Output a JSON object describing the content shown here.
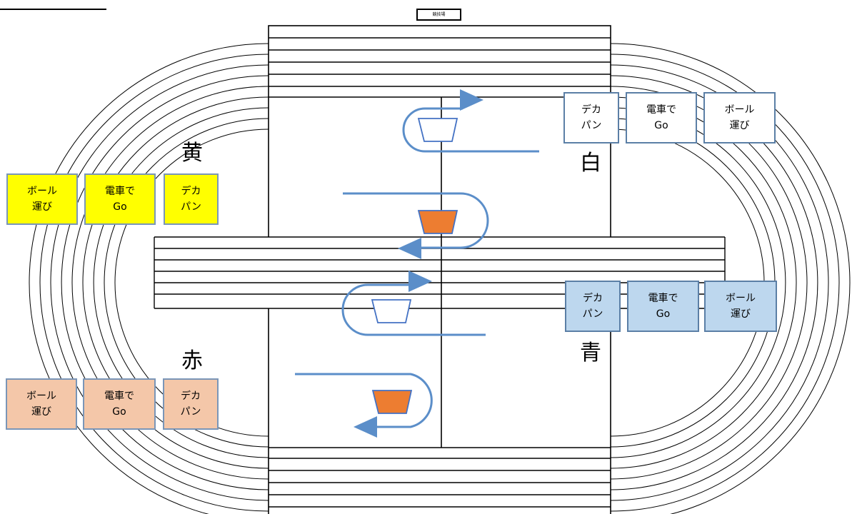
{
  "header": {
    "sign_text": "競技場"
  },
  "teams": {
    "yellow": {
      "name": "黄",
      "color": "#ffff00",
      "events": [
        "ボール\n運び",
        "電車で\nGo",
        "デカ\nパン"
      ]
    },
    "white": {
      "name": "白",
      "color": "#ffffff",
      "events": [
        "デカ\nパン",
        "電車で\nGo",
        "ボール\n運び"
      ]
    },
    "red": {
      "name": "赤",
      "color": "#f4c7a9",
      "events": [
        "ボール\n運び",
        "電車で\nGo",
        "デカ\nパン"
      ]
    },
    "blue": {
      "name": "青",
      "color": "#bdd7ee",
      "events": [
        "デカ\nパン",
        "電車で\nGo",
        "ボール\n運び"
      ]
    }
  },
  "colors": {
    "arrow": "#5b8ec9",
    "cone_orange": "#ed7d31",
    "cone_outline": "#4472c4",
    "track_line": "#000000"
  }
}
